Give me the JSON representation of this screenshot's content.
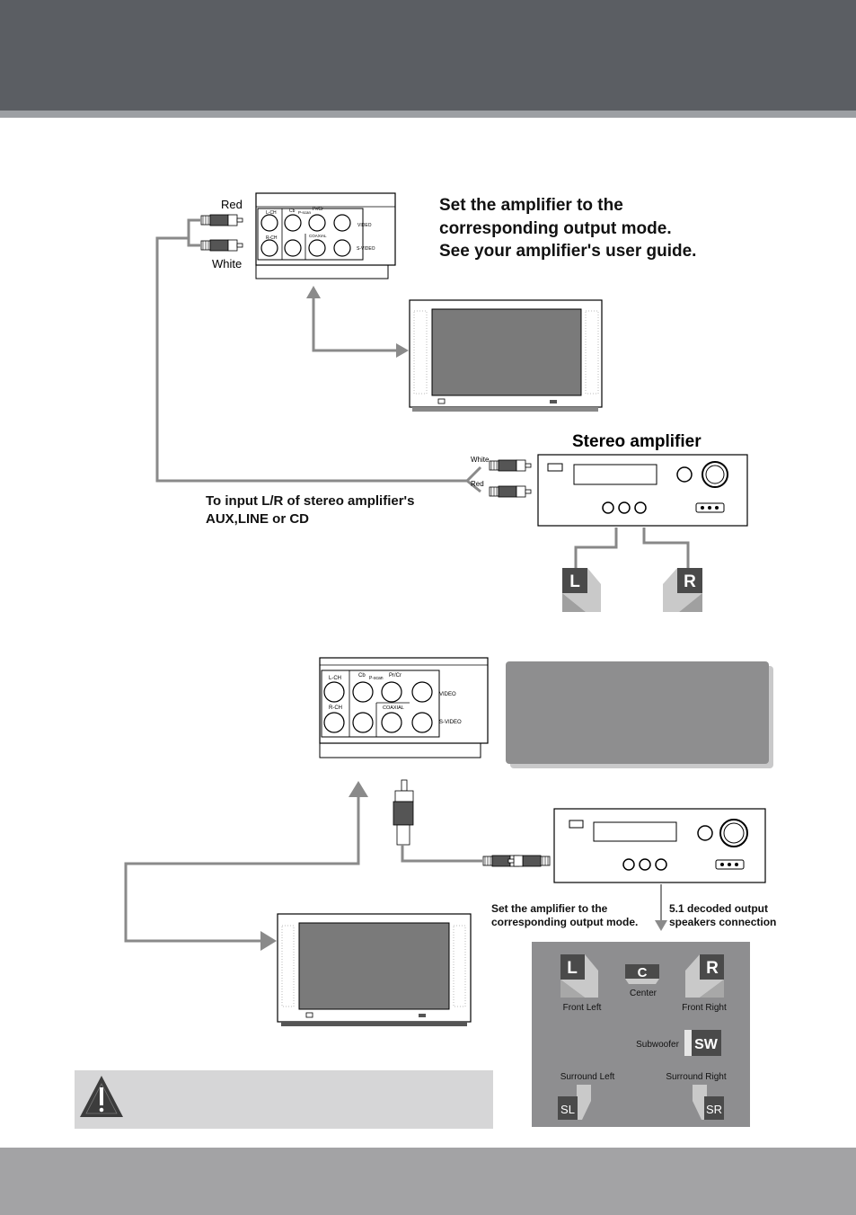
{
  "page": {
    "colors": {
      "header": "#5b5e63",
      "stripe": "#9c9fa3",
      "footer": "#a3a3a5",
      "panel": "#8e8e90",
      "arrow": "#888888"
    }
  },
  "top_diagram": {
    "cable_label_red": "Red",
    "cable_label_white": "White",
    "instruction": [
      "Set the amplifier to the",
      "corresponding output mode.",
      "See your amplifier's user guide."
    ],
    "amplifier_title": "Stereo amplifier",
    "amp_cable_white": "White",
    "amp_cable_red": "Red",
    "input_note": [
      "To input L/R of stereo amplifier's",
      "AUX,LINE or CD"
    ],
    "speaker_left": "L",
    "speaker_right": "R",
    "player_panel": {
      "lch": "L-CH",
      "rch": "R-CH",
      "cb": "Cb",
      "pscan": "P-scan",
      "prcr": "Pr/Cr",
      "coaxial": "COAXIAL",
      "video": "VIDEO",
      "svideo": "S-VIDEO"
    }
  },
  "bottom_diagram": {
    "player_panel": {
      "lch": "L-CH",
      "rch": "R-CH",
      "cb": "Cb",
      "pscan": "P-scan",
      "prcr": "Pr/Cr",
      "coaxial": "COAXIAL",
      "video": "VIDEO",
      "svideo": "S-VIDEO"
    },
    "amp_note": [
      "Set the amplifier to the",
      "corresponding output mode."
    ],
    "output_note": [
      "5.1 decoded output",
      "speakers connection"
    ],
    "speakers": {
      "front_left": {
        "letter": "L",
        "name": "Front Left"
      },
      "center": {
        "letter": "C",
        "name": "Center"
      },
      "front_right": {
        "letter": "R",
        "name": "Front Right"
      },
      "subwoofer": {
        "letter": "SW",
        "name": "Subwoofer"
      },
      "surround_left": {
        "letter": "SL",
        "name": "Surround Left"
      },
      "surround_right": {
        "letter": "SR",
        "name": "Surround Right"
      }
    }
  },
  "icons": {
    "warning": "warning-triangle-icon"
  }
}
